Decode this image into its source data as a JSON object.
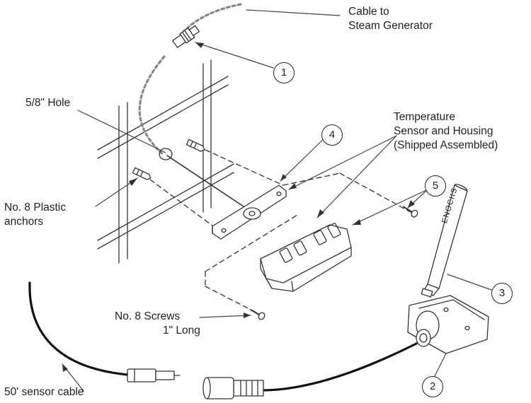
{
  "labels": {
    "cable_to_generator": [
      "Cable to",
      "Steam Generator"
    ],
    "hole": "5/8\" Hole",
    "sensor_housing": [
      "Temperature",
      "Sensor and Housing",
      "(Shipped Assembled)"
    ],
    "anchors": [
      "No. 8 Plastic",
      "anchors"
    ],
    "screws": [
      "No. 8 Screws",
      "1\" Long"
    ],
    "sensor_cable": "50' sensor cable",
    "tube_brand": "ENOCIIS"
  },
  "callouts": [
    "1",
    "2",
    "3",
    "4",
    "5"
  ]
}
